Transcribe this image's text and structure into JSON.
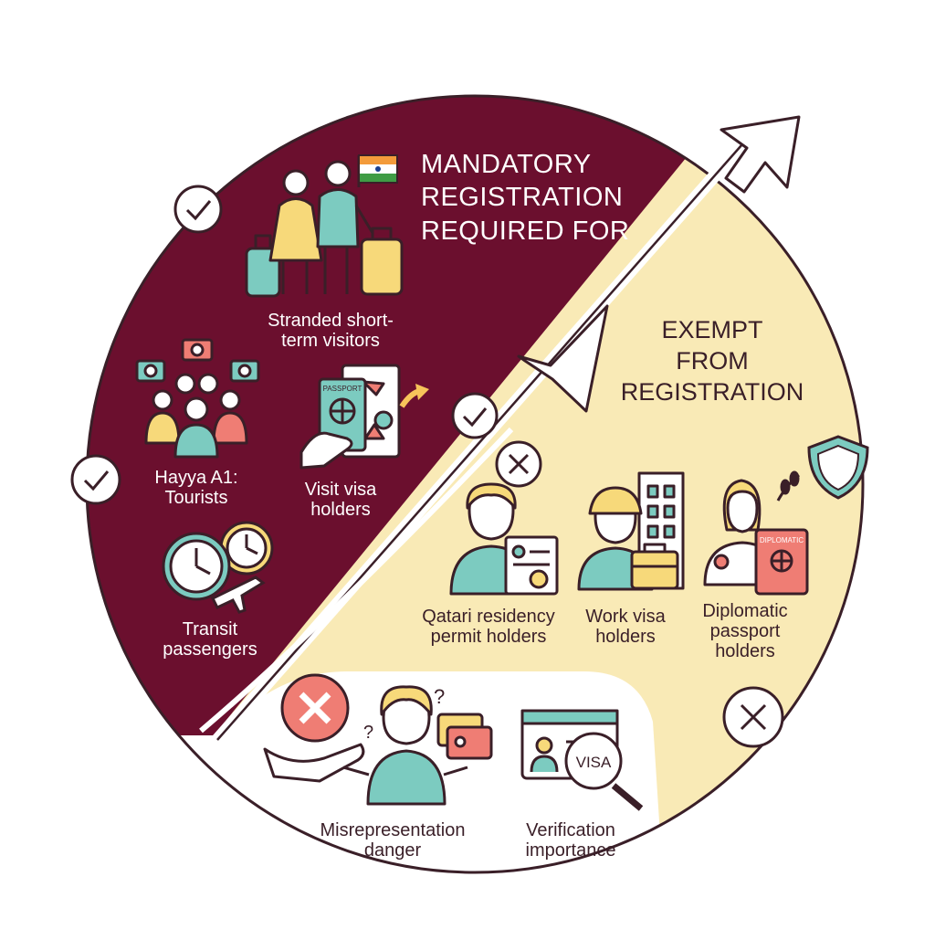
{
  "colors": {
    "maroon": "#6b0f2e",
    "cream": "#f9eab6",
    "outline": "#3a1f28",
    "teal": "#7ccbc0",
    "yellow": "#f7d97a",
    "coral": "#ef7d74",
    "white": "#ffffff"
  },
  "mandatory": {
    "heading": "MANDATORY\nREGISTRATION\nREQUIRED FOR",
    "flag_icon": "india-flag-icon",
    "items": [
      {
        "label": "Stranded short-\nterm visitors",
        "icon": "family-luggage-icon"
      },
      {
        "label": "Hayya A1:\nTourists",
        "icon": "tourist-group-icon"
      },
      {
        "label": "Visit visa\nholders",
        "icon": "passport-hand-icon"
      },
      {
        "label": "Transit\npassengers",
        "icon": "clock-plane-icon"
      }
    ]
  },
  "exempt": {
    "heading": "EXEMPT\nFROM\nREGISTRATION",
    "shield_icon": "shield-icon",
    "items": [
      {
        "label": "Qatari residency\npermit holders",
        "icon": "resident-certificate-icon"
      },
      {
        "label": "Work visa\nholders",
        "icon": "worker-building-icon"
      },
      {
        "label": "Diplomatic\npassport\nholders",
        "icon": "diplomat-passport-icon"
      }
    ]
  },
  "warnings": {
    "items": [
      {
        "label": "Misrepresentation\ndanger",
        "icon": "confused-person-icon"
      },
      {
        "label": "Verification\nimportance",
        "icon": "visa-magnifier-icon"
      }
    ],
    "visa_text": "VISA"
  },
  "passport_text": "PASSPORT",
  "diplomatic_text": "DIPLOMATIC"
}
